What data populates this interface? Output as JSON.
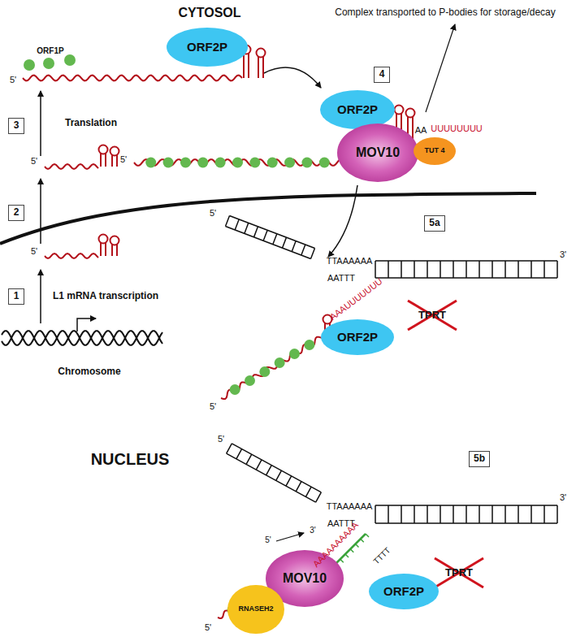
{
  "diagram": {
    "nodes": [
      {
        "text": [
          "ORF2P"
        ]
      },
      {
        "text": [
          "3"
        ]
      },
      {
        "text": [
          "2"
        ]
      },
      {
        "text": [
          "1"
        ]
      },
      {
        "text": [
          "4"
        ]
      },
      {
        "text": [
          "ORF2P"
        ]
      },
      {
        "text": [
          "MOV10"
        ]
      },
      {
        "text": [
          "TUT 4"
        ]
      },
      {
        "text": [
          "5a"
        ]
      },
      {
        "text": [
          "ORF2P"
        ]
      },
      {
        "text": [
          "5b"
        ]
      },
      {
        "text": [
          "MOV10"
        ]
      },
      {
        "text": [
          "RNASEH2"
        ]
      },
      {
        "text": [
          "ORF2P"
        ]
      }
    ],
    "labels": [
      "CYTOSOL",
      "Complex transported to P-bodies for storage/decay",
      "ORF1P",
      "5'",
      "Translation",
      "5'",
      "5'",
      "L1 mRNA transcription",
      "Chromosome",
      "5'",
      "AA",
      "UUUUUUUU",
      "5'",
      "3'",
      "TTAAAAAA",
      "AATTT",
      "AAAUUUUUUU",
      "TPRT",
      "5'",
      "NUCLEUS",
      "5'",
      "3'",
      "TTAAAAAA",
      "AATTT",
      "TTTT",
      "AAAAAAAAAA",
      "3'",
      "5'",
      "TPRT",
      "5'"
    ]
  }
}
